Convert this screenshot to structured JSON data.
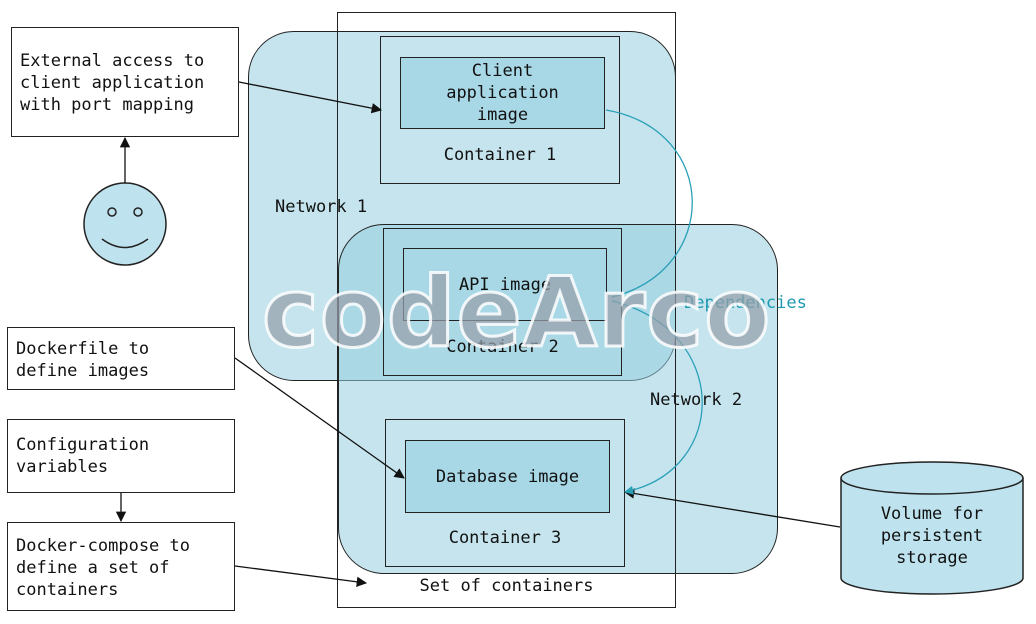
{
  "notes": {
    "external_access": "External access to\nclient application\nwith port mapping",
    "dockerfile": "Dockerfile to\ndefine images",
    "config": "Configuration\nvariables",
    "compose": "Docker-compose to\ndefine a set of\ncontainers"
  },
  "networks": {
    "network1": "Network 1",
    "network2": "Network 2"
  },
  "containers": {
    "c1": {
      "image": "Client\napplication\nimage",
      "label": "Container 1"
    },
    "c2": {
      "image": "API image",
      "label": "Container 2"
    },
    "c3": {
      "image": "Database image",
      "label": "Container 3"
    }
  },
  "set_label": "Set of containers",
  "dependencies_label": "Dependencies",
  "volume_label": "Volume for\npersistent\nstorage",
  "watermark": "codeArco",
  "colors": {
    "network_fill": "#b7dfeb",
    "image_fill": "#a8d8e6",
    "dependency_line": "#2aa0b8",
    "dependency_text": "#1e9ab0",
    "volume_fill": "#bfe3ee",
    "face_fill": "#bfe3ee"
  }
}
